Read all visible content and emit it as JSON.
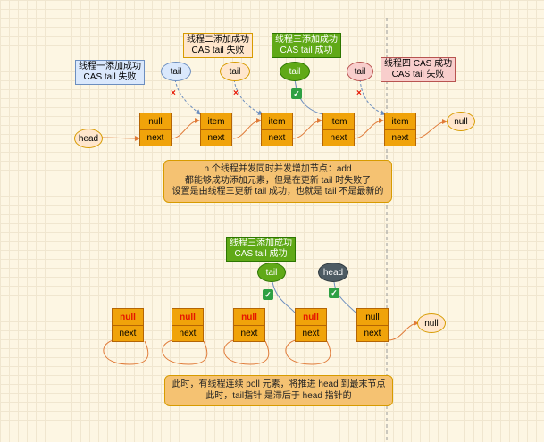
{
  "labels": {
    "thread1": [
      "线程一添加成功",
      "CAS tail 失败"
    ],
    "thread2": [
      "线程二添加成功",
      "CAS tail 失败"
    ],
    "thread3_top": [
      "线程三添加成功",
      "CAS tail 成功"
    ],
    "thread4": [
      "线程四 CAS 成功",
      "CAS tail 失败"
    ],
    "thread3_bottom": [
      "线程三添加成功",
      "CAS tail 成功"
    ]
  },
  "notes": {
    "top": [
      "n 个线程并发同时并发增加节点：add",
      "都能够成功添加元素，但是在更新 tail 时失败了",
      "设置是由线程三更新 tail 成功，也就是 tail 不是最新的"
    ],
    "bottom": [
      "此时，有线程连续 poll 元素，将推进 head 到最末节点",
      "此时，tail指针 是滞后于 head 指针的"
    ]
  },
  "ovals": {
    "head": "head",
    "tail": "tail",
    "null": "null"
  },
  "cells": {
    "null": "null",
    "item": "item",
    "next": "next"
  },
  "marks": {
    "fail": "×",
    "ok": "✓"
  }
}
